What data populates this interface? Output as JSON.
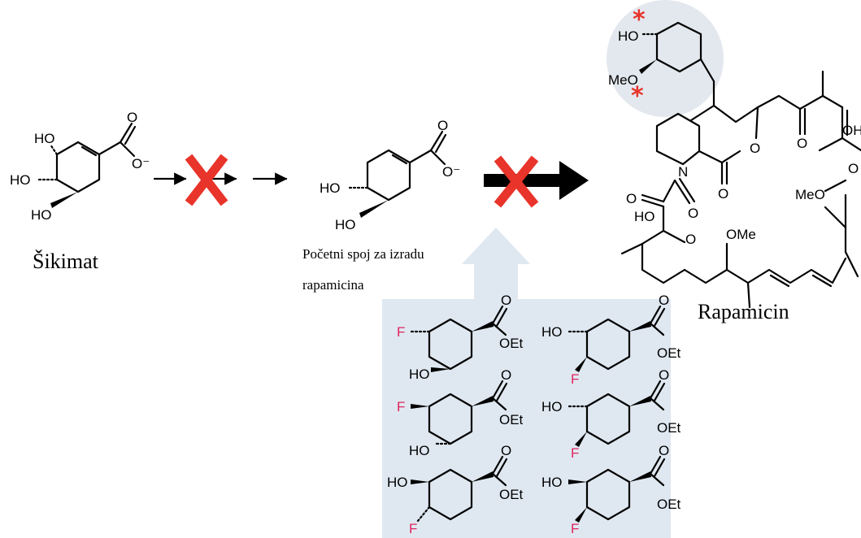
{
  "captions": {
    "shikimate": "Šikimat",
    "start_line1": "Početni spoj za izradu",
    "start_line2": "rapamicina",
    "rapamycin": "Rapamicin"
  },
  "atoms": {
    "HO": "HO",
    "O": "O",
    "O_minus": "O⁻",
    "OEt": "OEt",
    "F": "F",
    "MeO": "MeO",
    "OMe": "OMe",
    "OH": "OH",
    "N": "N"
  },
  "colors": {
    "cross": "#e8342a",
    "fluorine": "#e0245e",
    "panel": "#dfe8f1",
    "highlight": "#e3e8ee"
  }
}
